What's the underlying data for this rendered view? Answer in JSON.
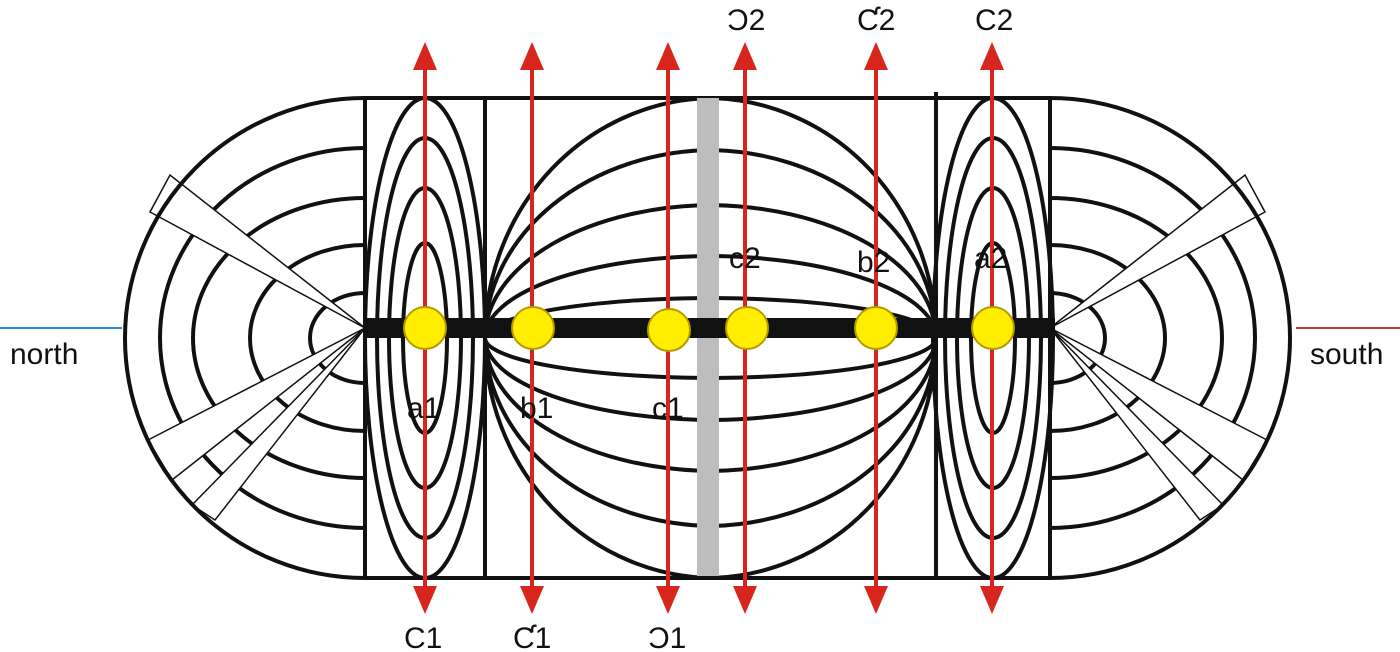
{
  "labels": {
    "north": "north",
    "south": "south",
    "point_labels": [
      "a1",
      "b1",
      "c1",
      "c2",
      "b2",
      "a2"
    ],
    "top_labels": [
      "Ɔ2",
      "Ƈ2",
      "C2"
    ],
    "bottom_labels": [
      "C1",
      "Ƈ1",
      "Ɔ1"
    ]
  },
  "colors": {
    "outline": "#111111",
    "arrow": "#d7261e",
    "dot": "#ffee00",
    "dot_stroke": "#b59a00",
    "divider": "#bdbdbd",
    "north_line": "#2a8fd6",
    "south_line": "#c0392b"
  }
}
